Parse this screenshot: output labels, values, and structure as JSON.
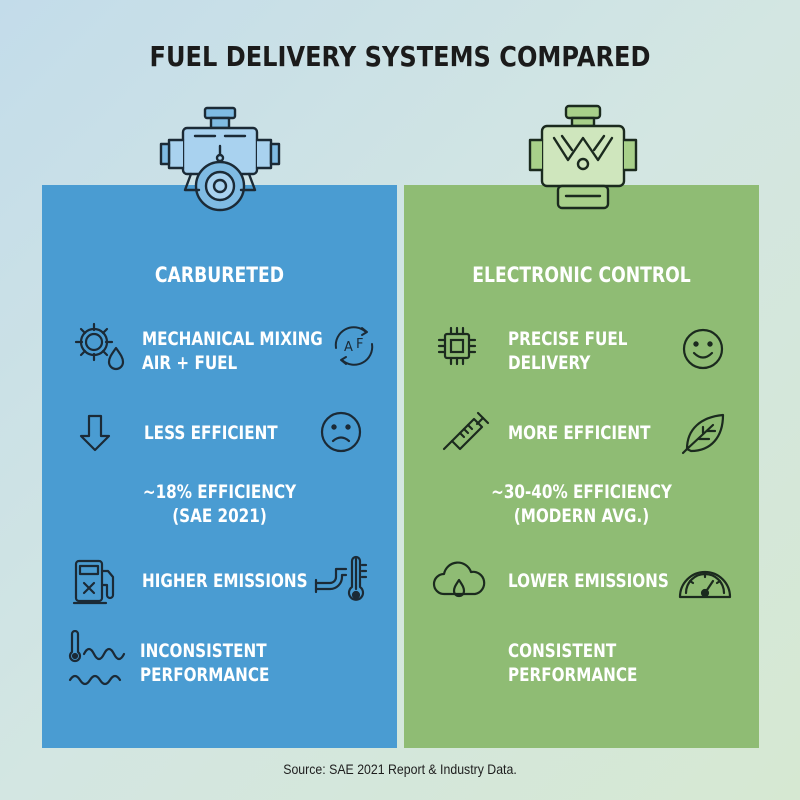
{
  "title": "FUEL DELIVERY SYSTEMS COMPARED",
  "colors": {
    "left_panel": "#4a9cd2",
    "right_panel": "#8fbc74",
    "text": "#ffffff"
  },
  "left": {
    "heading": "CARBURETED",
    "engine_icon": "engine-icon",
    "rows": [
      {
        "line1": "MECHANICAL MIXING",
        "line2": "AIR + FUEL",
        "icon_left": "gear-droplet-icon",
        "icon_right": "air-fuel-cycle-icon",
        "icon_right_text_a": "A",
        "icon_right_text_f": "F"
      },
      {
        "line1": "LESS EFFICIENT",
        "icon_left": "down-arrow-icon",
        "icon_right": "sad-face-icon"
      },
      {
        "line1": "~18% EFFICIENCY",
        "line2": "(SAE 2021)"
      },
      {
        "line1": "HIGHER EMISSIONS",
        "icon_left": "fuel-pump-icon",
        "icon_right": "exhaust-thermometer-icon"
      },
      {
        "line1": "INCONSISTENT",
        "line2": "PERFORMANCE",
        "icon_left": "thermometer-waves-icon"
      }
    ]
  },
  "right": {
    "heading": "ELECTRONIC CONTROL",
    "engine_icon": "engine-icon",
    "rows": [
      {
        "line1": "PRECISE FUEL",
        "line2": "DELIVERY",
        "icon_left": "chip-icon",
        "icon_right": "smile-face-icon"
      },
      {
        "line1": "MORE EFFICIENT",
        "icon_left": "injector-icon",
        "icon_right": "leaf-icon"
      },
      {
        "line1": "~30-40% EFFICIENCY",
        "line2": "(MODERN AVG.)"
      },
      {
        "line1": "LOWER EMISSIONS",
        "icon_left": "cloud-droplet-icon",
        "icon_right": "gauge-icon"
      },
      {
        "line1": "CONSISTENT",
        "line2": "PERFORMANCE"
      }
    ]
  },
  "source": "Source: SAE 2021 Report & Industry Data."
}
